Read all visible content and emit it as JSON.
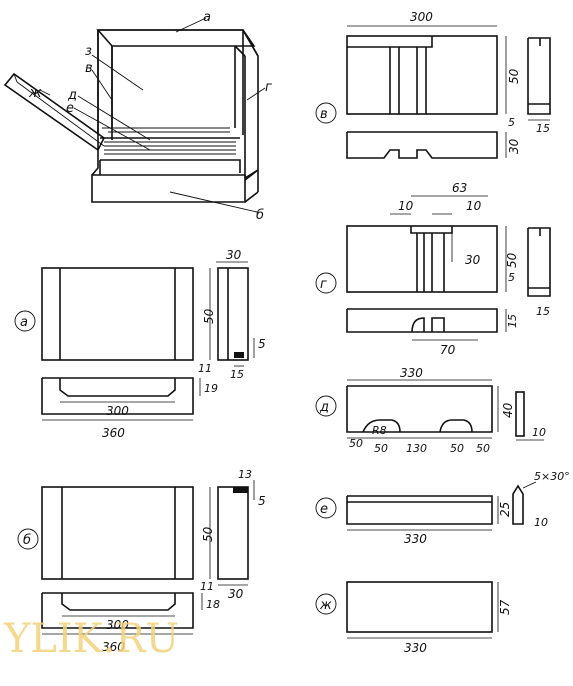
{
  "assembly_labels": [
    "а",
    "з",
    "в",
    "ж",
    "д",
    "е",
    "г",
    "б"
  ],
  "view_labels": {
    "a": "а",
    "b": "б",
    "v": "в",
    "g": "г",
    "d": "д",
    "e": "е",
    "zh": "ж"
  },
  "dims": {
    "a_30": "30",
    "a_50": "50",
    "a_5": "5",
    "a_15": "15",
    "a_11": "11",
    "a_19": "19",
    "a_300": "300",
    "a_360": "360",
    "b_13": "13",
    "b_5": "5",
    "b_50": "50",
    "b_30": "30",
    "b_11": "11",
    "b_18": "18",
    "b_300": "300",
    "b_360": "360",
    "v_300": "300",
    "v_50": "50",
    "v_5": "5",
    "v_15": "15",
    "v_30": "30",
    "g_63": "63",
    "g_10a": "10",
    "g_10b": "10",
    "g_30": "30",
    "g_50": "50",
    "g_5": "5",
    "g_15": "15",
    "g_15b": "15",
    "g_70": "70",
    "d_330": "330",
    "d_40": "40",
    "d_10": "10",
    "d_R8": "R8",
    "d_50a": "50",
    "d_50b": "50",
    "d_130": "130",
    "d_50c": "50",
    "d_50d": "50",
    "e_chamfer": "5×30°",
    "e_25": "25",
    "e_330": "330",
    "e_10": "10",
    "zh_57": "57",
    "zh_330": "330"
  },
  "watermark": "YLIK.RU"
}
